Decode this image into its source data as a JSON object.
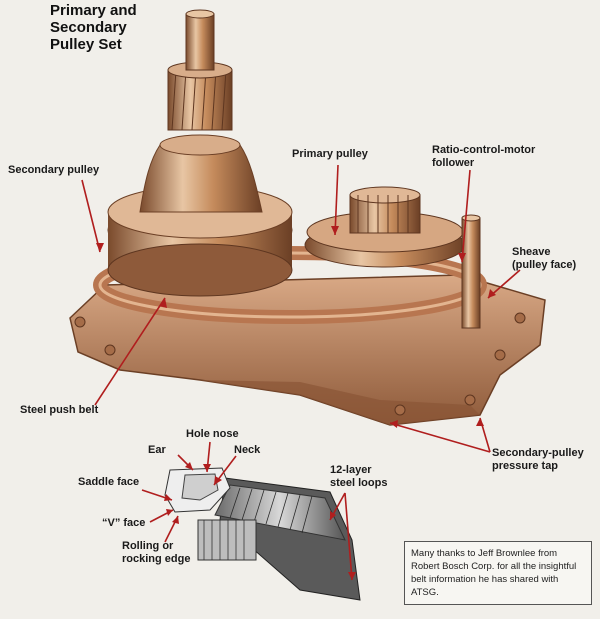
{
  "title": "Primary and\nSecondary\nPulley Set",
  "labels": {
    "primary_pulley": "Primary pulley",
    "ratio_control": "Ratio-control-motor\nfollower",
    "secondary_pulley": "Secondary pulley",
    "sheave": "Sheave\n(pulley face)",
    "steel_push_belt": "Steel push belt",
    "secondary_tap": "Secondary-pulley\npressure tap",
    "hole_nose": "Hole nose",
    "ear": "Ear",
    "neck": "Neck",
    "saddle_face": "Saddle face",
    "steel_loops": "12-layer\nsteel loops",
    "v_face": "“V” face",
    "rolling_edge": "Rolling or\nrocking edge"
  },
  "credit": "Many thanks to Jeff Brownlee from Robert Bosch Corp. for all the insightful belt information he has shared with ATSG.",
  "colors": {
    "leader": "#b01e1e",
    "copper": "#c58b5c",
    "copper_dark": "#7a4a2c",
    "copper_light": "#e8c6a4",
    "steel": "#8a8a8a",
    "background": "#f1efea"
  }
}
